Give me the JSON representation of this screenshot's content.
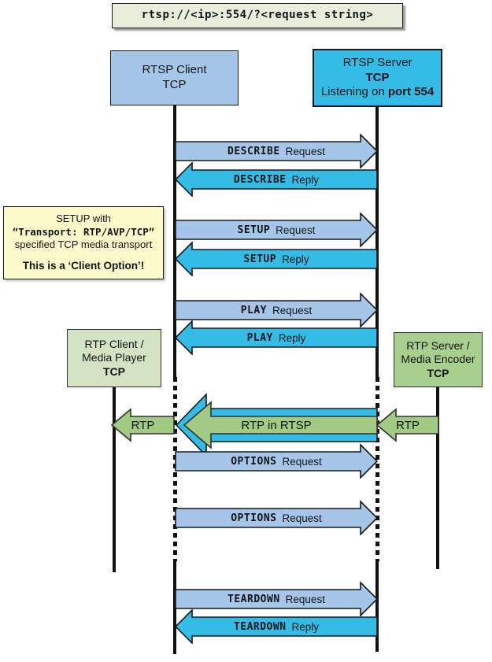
{
  "url_banner": {
    "text": "rtsp://<ip>:554/?<request string>"
  },
  "actors": {
    "rtsp_client": {
      "line1": "RTSP Client",
      "line2": "TCP"
    },
    "rtsp_server": {
      "line1": "RTSP Server",
      "line2": "TCP",
      "line3_prefix": "Listening on ",
      "line3_bold": "port 554"
    },
    "rtp_client": {
      "line1": "RTP Client /",
      "line2": "Media Player",
      "line3": "TCP"
    },
    "rtp_server": {
      "line1": "RTP Server /",
      "line2": "Media Encoder",
      "line3": "TCP"
    }
  },
  "note": {
    "line1": "SETUP with",
    "line2": "“Transport: RTP/AVP/TCP”",
    "line3": "specified TCP media transport",
    "line4": "This is a ‘Client Option’!"
  },
  "messages": [
    {
      "keyword": "DESCRIBE",
      "kind": "Request"
    },
    {
      "keyword": "DESCRIBE",
      "kind": "Reply"
    },
    {
      "keyword": "SETUP",
      "kind": "Request"
    },
    {
      "keyword": "SETUP",
      "kind": "Reply"
    },
    {
      "keyword": "PLAY",
      "kind": "Request"
    },
    {
      "keyword": "PLAY",
      "kind": "Reply"
    },
    {
      "keyword": "OPTIONS",
      "kind": "Request"
    },
    {
      "keyword": "OPTIONS",
      "kind": "Request"
    },
    {
      "keyword": "TEARDOWN",
      "kind": "Request"
    },
    {
      "keyword": "TEARDOWN",
      "kind": "Reply"
    }
  ],
  "rtp_flow": {
    "left_label": "RTP",
    "center_label": "RTP in RTSP",
    "right_label": "RTP"
  },
  "colors": {
    "light_blue": "#a6c6e9",
    "cyan": "#35bce6",
    "green_arrow": "#a1ca84",
    "green_box_light": "#d3e3c3",
    "green_box_dark": "#a8cf8e",
    "note_yellow": "#fcfacb",
    "url_bg": "#e9eddc",
    "outline": "#16181a"
  }
}
